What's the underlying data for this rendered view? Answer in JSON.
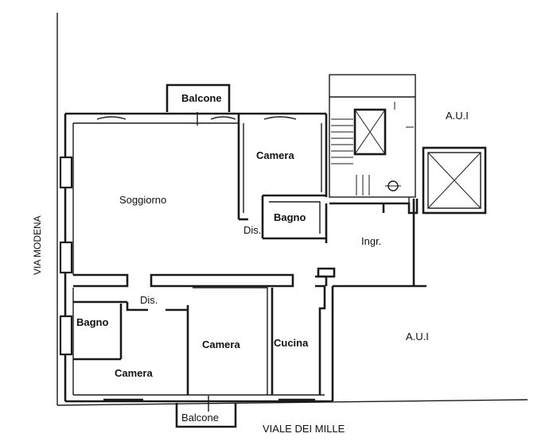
{
  "rooms": {
    "soggiorno": "Soggiorno",
    "camera_top": "Camera",
    "bagno_center": "Bagno",
    "dis_center": "Dis.",
    "ingresso": "Ingr.",
    "dis_lower": "Dis.",
    "bagno_left": "Bagno",
    "camera_bottom_left": "Camera",
    "camera_bottom_center": "Camera",
    "cucina": "Cucina"
  },
  "balconies": {
    "top": "Balcone",
    "bottom": "Balcone"
  },
  "aui": {
    "top": "A.U.I",
    "bottom": "A.U.I"
  },
  "streets": {
    "west": "VIA MODENA",
    "south": "VIALE DEI MILLE"
  }
}
